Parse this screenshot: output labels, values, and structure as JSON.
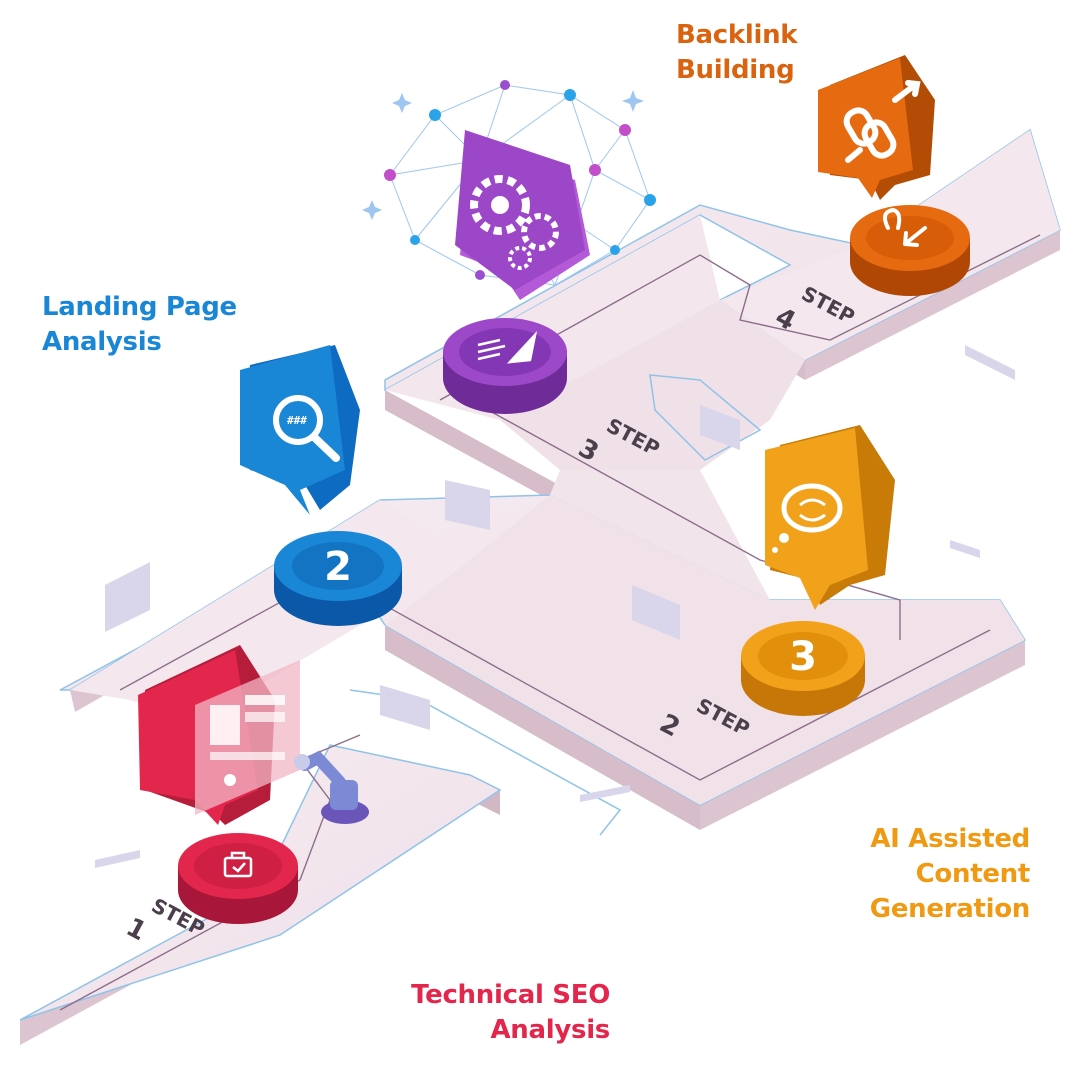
{
  "labels": {
    "backlink": [
      "Backlink",
      "Building"
    ],
    "landing": [
      "Landing Page",
      "Analysis"
    ],
    "ai": [
      "AI Assisted",
      "Content",
      "Generation"
    ],
    "technical": [
      "Technical SEO",
      "Analysis"
    ]
  },
  "steps": {
    "word": "STEP",
    "s1": "1",
    "s2": "2",
    "s3": "3",
    "s4": "4"
  },
  "discs": {
    "landing": "2",
    "ai": "3"
  },
  "colors": {
    "technical": "#e3264c",
    "landing": "#1a86d6",
    "content": "#8e3dbf",
    "ai": "#ef9a12",
    "backlink": "#e66a10",
    "path": "#f3e6ec",
    "path_side": "#dcc5d0",
    "outline": "#8fc3e8"
  },
  "icons": {
    "technical": "browser-layout-icon",
    "landing": "magnifier-icon",
    "content": "gears-icon",
    "content_disc": "quill-document-icon",
    "ai": "brain-cloud-icon",
    "backlink": "chain-link-icon",
    "technical_disc": "clipboard-icon",
    "robot": "robot-arm-icon"
  }
}
